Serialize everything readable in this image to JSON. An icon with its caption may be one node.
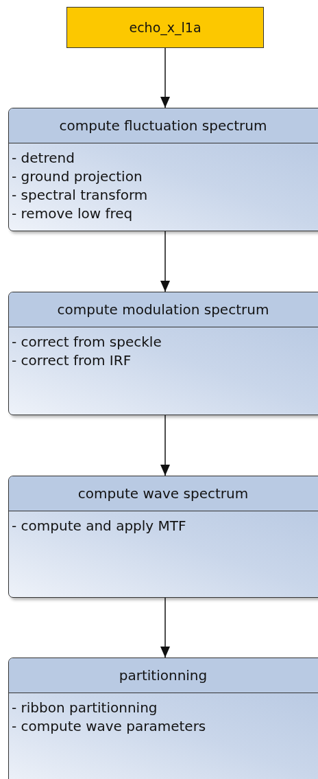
{
  "diagram": {
    "nodes": [
      {
        "text": [
          "echo_x_l1a"
        ]
      },
      {
        "text": [
          "compute fluctuation spectrum",
          "- detrend",
          "- ground projection",
          "- spectral transform",
          "- remove low freq"
        ]
      },
      {
        "text": [
          "compute modulation spectrum",
          "- correct from speckle",
          "- correct from IRF"
        ]
      },
      {
        "text": [
          "compute wave spectrum",
          "- compute and apply MTF"
        ]
      },
      {
        "text": [
          "partitionning",
          "- ribbon partitionning",
          "- compute wave parameters"
        ]
      }
    ],
    "edges": [
      {
        "from": 0,
        "to": 1,
        "arrow": "to"
      },
      {
        "from": 1,
        "to": 2,
        "arrow": "to"
      },
      {
        "from": 2,
        "to": 3,
        "arrow": "to"
      },
      {
        "from": 3,
        "to": 4,
        "arrow": "to"
      }
    ]
  }
}
